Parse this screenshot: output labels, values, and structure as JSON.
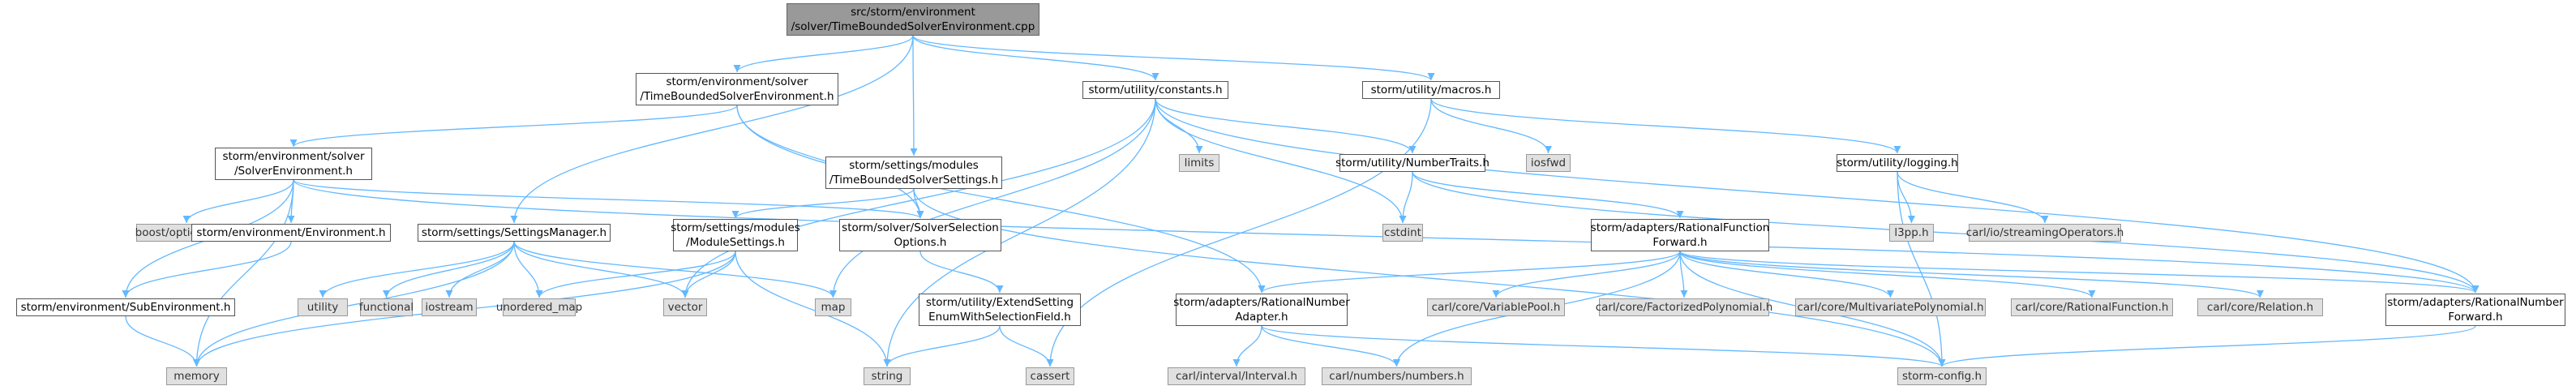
{
  "colors": {
    "edge": "#63b8ff",
    "root_fill": "#999999",
    "system_fill": "#e0e0e0",
    "file_fill": "#ffffff"
  },
  "nodes": {
    "root": "src/storm/environment\n/solver/TimeBoundedSolverEnvironment.cpp",
    "tbse_h": "storm/environment/solver\n/TimeBoundedSolverEnvironment.h",
    "constants_h": "storm/utility/constants.h",
    "macros_h": "storm/utility/macros.h",
    "solver_env_h": "storm/environment/solver\n/SolverEnvironment.h",
    "tbs_settings_h": "storm/settings/modules\n/TimeBoundedSolverSettings.h",
    "limits": "limits",
    "number_traits_h": "storm/utility/NumberTraits.h",
    "iosfwd": "iosfwd",
    "logging_h": "storm/utility/logging.h",
    "boost_optional": "boost/optional.hpp",
    "environment_h": "storm/environment/Environment.h",
    "settings_manager_h": "storm/settings/SettingsManager.h",
    "module_settings_h": "storm/settings/modules\n/ModuleSettings.h",
    "solver_selection_h": "storm/solver/SolverSelection\nOptions.h",
    "cstdint": "cstdint",
    "rational_function_fwd_h": "storm/adapters/RationalFunction\nForward.h",
    "l3pp": "l3pp.h",
    "streaming_ops": "carl/io/streamingOperators.h",
    "sub_environment_h": "storm/environment/SubEnvironment.h",
    "utility": "utility",
    "functional": "functional",
    "iostream": "iostream",
    "unordered_map": "unordered_map",
    "vector": "vector",
    "map": "map",
    "extend_setting_h": "storm/utility/ExtendSetting\nEnumWithSelectionField.h",
    "rational_number_adapter_h": "storm/adapters/RationalNumber\nAdapter.h",
    "variable_pool": "carl/core/VariablePool.h",
    "factorized_polynomial": "carl/core/FactorizedPolynomial.h",
    "multivariate_polynomial": "carl/core/MultivariatePolynomial.h",
    "rational_function": "carl/core/RationalFunction.h",
    "relation": "carl/core/Relation.h",
    "rational_number_fwd_h": "storm/adapters/RationalNumber\nForward.h",
    "memory": "memory",
    "string": "string",
    "cassert": "cassert",
    "interval": "carl/interval/Interval.h",
    "numbers": "carl/numbers/numbers.h",
    "storm_config": "storm-config.h"
  }
}
